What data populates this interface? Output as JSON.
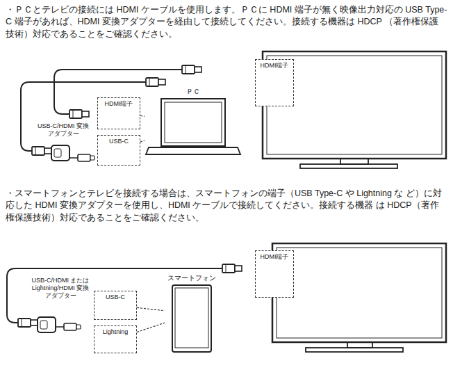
{
  "diagram": {
    "nodes": [
      {
        "text": [
          "HDMI端子"
        ]
      },
      {
        "text": [
          "ＰＣ"
        ]
      },
      {
        "text": [
          "HDMI端子"
        ]
      },
      {
        "text": [
          "USB-C"
        ]
      },
      {
        "text": [
          "HDMI端子"
        ]
      },
      {
        "text": [
          "スマートフォン"
        ]
      },
      {
        "text": [
          "USB-C"
        ]
      },
      {
        "text": [
          "Lightning"
        ]
      }
    ],
    "edges": [
      {
        "from": 2,
        "to": 1,
        "arrow": "none"
      },
      {
        "from": 3,
        "to": 1,
        "arrow": "none"
      },
      {
        "from": 6,
        "to": 5,
        "arrow": "none"
      },
      {
        "from": 7,
        "to": 5,
        "arrow": "none"
      }
    ],
    "labels": [
      "・ＰＣとテレビの接続には HDMI ケーブルを使用します。ＰＣに HDMI 端子が無く映像出力対応の USB Type-C 端子があれば、HDMI 変換アダプターを経由して接続してください。接続する機器は HDCP （著作権保護技術）対応であることをご確認ください。",
      "USB-C/HDMI 変換アダプター",
      "・スマートフォンとテレビを接続する場合は、スマートフォンの端子（USB Type-C や Lightning な ど）に対応した HDMI 変換アダプターを使用し、HDMI ケーブルで接続してください。接続する機器 は HDCP（著作権保護技術）対応であることをご確認ください。",
      "USB-C/HDMI または Lightning/HDMI 変換アダプター"
    ]
  }
}
